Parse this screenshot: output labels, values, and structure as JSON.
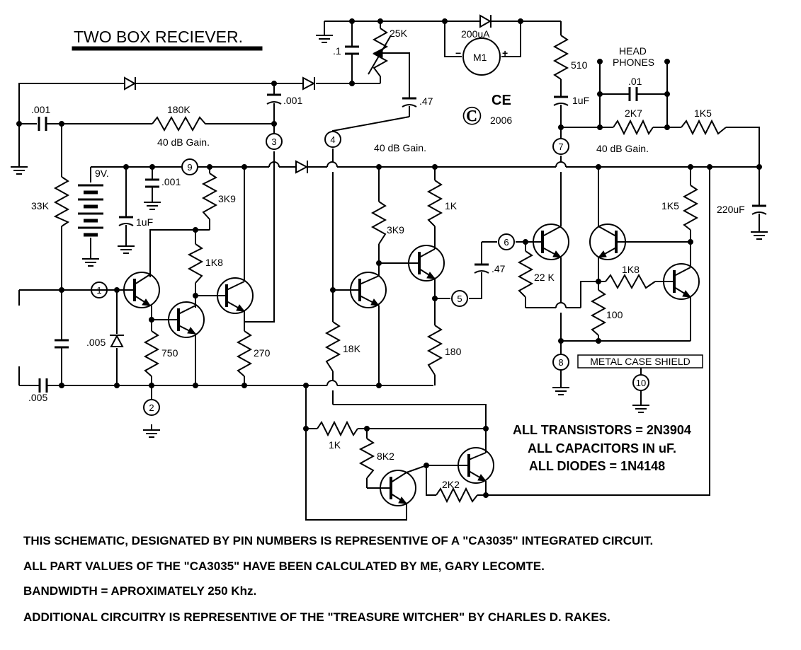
{
  "title": "TWO BOX RECIEVER.",
  "copyright": {
    "mark": "©",
    "logo": "CE",
    "year": "2006"
  },
  "gain_labels": [
    "40 dB Gain.",
    "40 dB Gain.",
    "40 dB Gain."
  ],
  "components": {
    "c_001_left": ".001",
    "r_180k": "180K",
    "c_001_mid": ".001",
    "c_1": ".1",
    "pot_25k": "25K",
    "meter_current": "200uA",
    "meter_name": "M1",
    "meter_minus": "−",
    "meter_plus": "+",
    "c_47_top": ".47",
    "r_510": "510",
    "c_1uf_right": "1uF",
    "headphones_1": "HEAD",
    "headphones_2": "PHONES",
    "c_01": ".01",
    "r_2k7": "2K7",
    "r_1k5_top": "1K5",
    "c_220uf": "220uF",
    "battery": "9V.",
    "c_001_supply": ".001",
    "c_1uf_supply": "1uF",
    "r_33k": "33K",
    "r_3k9_left": "3K9",
    "r_1k8_left": "1K8",
    "c_005_a": ".005",
    "c_005_b": ".005",
    "r_750": "750",
    "r_270": "270",
    "r_3k9_mid": "3K9",
    "r_1k_mid": "1K",
    "r_18k": "18K",
    "r_180": "180",
    "c_47_mid": ".47",
    "r_22k": "22 K",
    "r_1k5_right": "1K5",
    "r_1k8_right": "1K8",
    "r_100": "100",
    "shield_label": "METAL CASE SHIELD",
    "r_1k_bottom": "1K",
    "r_8k2": "8K2",
    "r_2k2": "2K2"
  },
  "pins": [
    "1",
    "2",
    "3",
    "4",
    "5",
    "6",
    "7",
    "8",
    "9",
    "10"
  ],
  "notes": [
    "ALL TRANSISTORS = 2N3904",
    "ALL CAPACITORS IN uF.",
    "ALL DIODES = 1N4148"
  ],
  "footer": [
    "THIS SCHEMATIC, DESIGNATED BY PIN NUMBERS IS REPRESENTIVE OF A \"CA3035\"  INTEGRATED CIRCUIT.",
    "ALL PART VALUES  OF THE  \"CA3035\"  HAVE BEEN CALCULATED BY ME, GARY LECOMTE.",
    "BANDWIDTH = APROXIMATELY 250 Khz.",
    "ADDITIONAL CIRCUITRY IS REPRESENTIVE OF THE \"TREASURE WITCHER\"  BY CHARLES D. RAKES."
  ]
}
